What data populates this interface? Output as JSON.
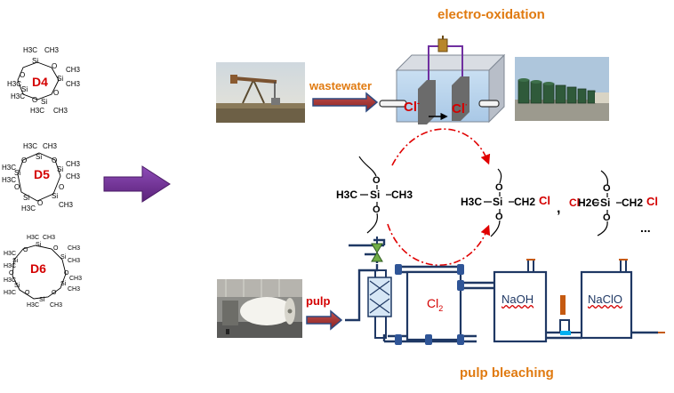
{
  "header": {
    "title": "electro-oxidation",
    "bottom_title": "pulp bleaching"
  },
  "labels": {
    "wastewater": "wastewater",
    "pulp": "pulp",
    "cl_left": "Cl",
    "cl_right": "Cl",
    "cl2": "Cl",
    "cl2_sub": "2",
    "naoh": "NaOH",
    "naclo": "NaClO",
    "ellipsis": "..."
  },
  "siloxanes": {
    "d4": "D4",
    "d5": "D5",
    "d6": "D6",
    "h3c": "H3C",
    "ch3": "CH3",
    "si": "Si",
    "o": "O"
  },
  "structures": {
    "s1_left": "H3C",
    "s1_si": "Si",
    "s1_right": "CH3",
    "s2_left": "H3C",
    "s2_si": "Si",
    "s2_right": "CH2",
    "s2_cl": "Cl",
    "s3_cl_left": "Cl",
    "s3_left": "H2C",
    "s3_si": "Si",
    "s3_right": "CH2",
    "s3_cl_right": "Cl",
    "o": "O",
    "comma": ","
  },
  "colors": {
    "orange": "#e07a10",
    "red": "#d40000",
    "purple_arrow": "#6f2c91",
    "pipe_blue": "#1f3864",
    "tank_border": "#1f3864",
    "water": "#bdd7ee"
  },
  "icons": {
    "oil_pump": "oil-pumpjack-photo-icon",
    "treatment_plant": "treatment-plant-photo-icon",
    "paper_mill": "paper-mill-photo-icon"
  }
}
